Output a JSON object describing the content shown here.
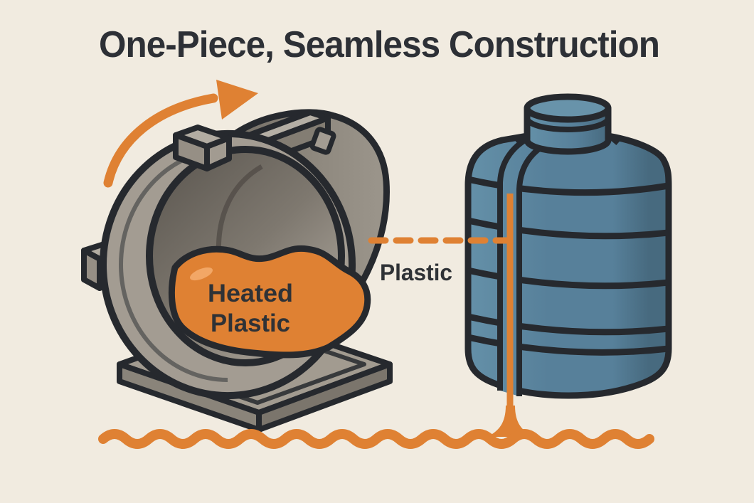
{
  "page": {
    "title": "One-Piece, Seamless Construction"
  },
  "diagram": {
    "machine": {
      "pool_label_line1": "Heated",
      "pool_label_line2": "Plastic"
    },
    "connector": {
      "label": "Plastic"
    }
  },
  "colors": {
    "ink": "#26292e",
    "cream": "#f1ebe0",
    "orange": "#df8133",
    "orange-light": "#f2a766",
    "title-ink": "#2d3036",
    "label-ink": "#2f3236",
    "ring-gray": "#a39c92",
    "body-dark": "#6f6a62",
    "body-mid": "#8b857b",
    "body-light": "#9c968c",
    "cav-dark": "#615c55",
    "cav-mid": "#7e786f",
    "cav-light": "#aba49a",
    "cav-edge": "#55504a",
    "base-top": "#a29b90",
    "base-side-l": "#8a847a",
    "base-side-r": "#7b756c",
    "pedestal": "#948d83",
    "pedestal-side": "#7e786e",
    "rail-top": "#b5afa5",
    "rail-side": "#837d73",
    "clamp-top": "#b2aca2",
    "clamp-front": "#968f85",
    "clamp-side": "#a29b91",
    "tank-light": "#6490a8",
    "tank-mid": "#57809a",
    "tank-dark": "#476a7f",
    "cap-top": "#6893aa"
  }
}
